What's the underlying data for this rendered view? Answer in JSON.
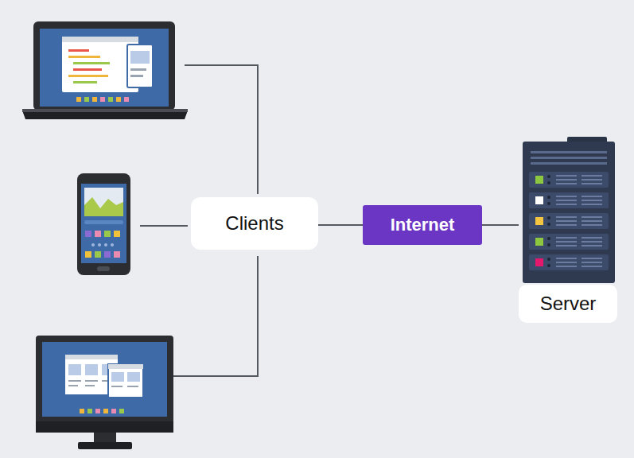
{
  "diagram": {
    "nodes": [
      {
        "text": [
          "Clients"
        ]
      },
      {
        "text": [
          "Internet"
        ]
      },
      {
        "text": [
          "Server"
        ]
      }
    ],
    "edges": [
      {
        "from": 0,
        "to": 1,
        "arrow": "none"
      },
      {
        "from": 1,
        "to": 2,
        "arrow": "none"
      }
    ]
  }
}
